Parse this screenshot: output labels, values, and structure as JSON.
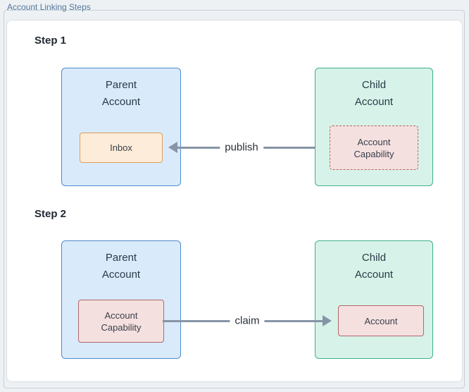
{
  "page": {
    "legend": "Account Linking Steps"
  },
  "diagram": {
    "steps": [
      {
        "label": "Step 1",
        "parent": {
          "title": "Parent Account",
          "inner": "Inbox"
        },
        "child": {
          "title": "Child Account",
          "inner": "Account Capability"
        },
        "arrow": {
          "label": "publish",
          "direction": "right-to-left"
        }
      },
      {
        "label": "Step 2",
        "parent": {
          "title": "Parent Account",
          "inner": "Account Capability"
        },
        "child": {
          "title": "Child Account",
          "inner": "Account"
        },
        "arrow": {
          "label": "claim",
          "direction": "left-to-right"
        }
      }
    ],
    "colors": {
      "background": "#edf1f4",
      "card_background": "#ffffff",
      "legend_text": "#55779d",
      "parent_fill": "#d9eafb",
      "parent_border": "#528ac8",
      "child_fill": "#d7f3e9",
      "child_border": "#3fae90",
      "inbox_fill": "#fdecd9",
      "inbox_border": "#dc9f59",
      "capability_fill": "#f5e0e0",
      "capability_border": "#b06767",
      "arrow": "#8694a5"
    }
  }
}
